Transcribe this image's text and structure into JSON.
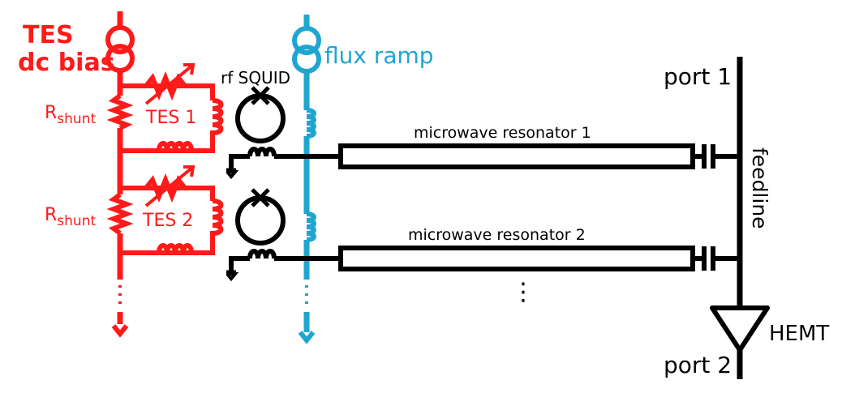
{
  "labels": {
    "tes_bias_line1": "TES",
    "tes_bias_line2": "dc bias",
    "flux_ramp": "flux ramp",
    "rf_squid": "rf SQUID",
    "r_shunt_main": "R",
    "r_shunt_sub": "shunt",
    "tes_1": "TES 1",
    "tes_2": "TES 2",
    "resonator_1": "microwave resonator 1",
    "resonator_2": "microwave resonator 2",
    "port_1": "port 1",
    "port_2": "port 2",
    "feedline": "feedline",
    "hemt": "HEMT",
    "ellipsis": "⋮"
  },
  "colors": {
    "tes_circuit": "#ff1a1a",
    "flux_ramp": "#1fa6d0",
    "rf_circuit": "#000000"
  }
}
